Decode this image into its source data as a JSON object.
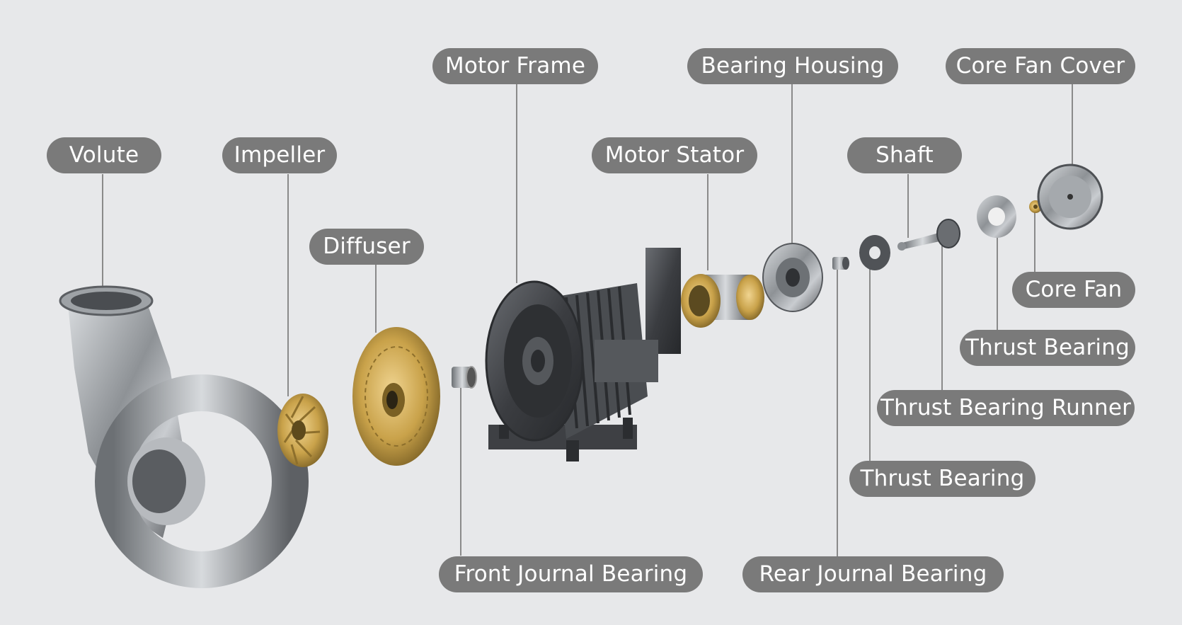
{
  "colors": {
    "background": "#e7e8ea",
    "label_fill": "#7a7a7a",
    "label_text": "#ffffff",
    "leader_line": "#8a8a8a",
    "steel": "#a9adb2",
    "dark_metal": "#3b3d41",
    "brass": "#c9a24a"
  },
  "labels": {
    "volute": "Volute",
    "impeller": "Impeller",
    "diffuser": "Diffuser",
    "motor_frame": "Motor Frame",
    "front_journal_bearing": "Front Journal Bearing",
    "motor_stator": "Motor Stator",
    "bearing_housing": "Bearing Housing",
    "rear_journal_bearing": "Rear Journal Bearing",
    "shaft": "Shaft",
    "thrust_bearing_upper": "Thrust Bearing",
    "thrust_bearing_runner": "Thrust Bearing Runner",
    "thrust_bearing_lower": "Thrust Bearing",
    "core_fan_cover": "Core Fan Cover",
    "core_fan": "Core Fan"
  }
}
